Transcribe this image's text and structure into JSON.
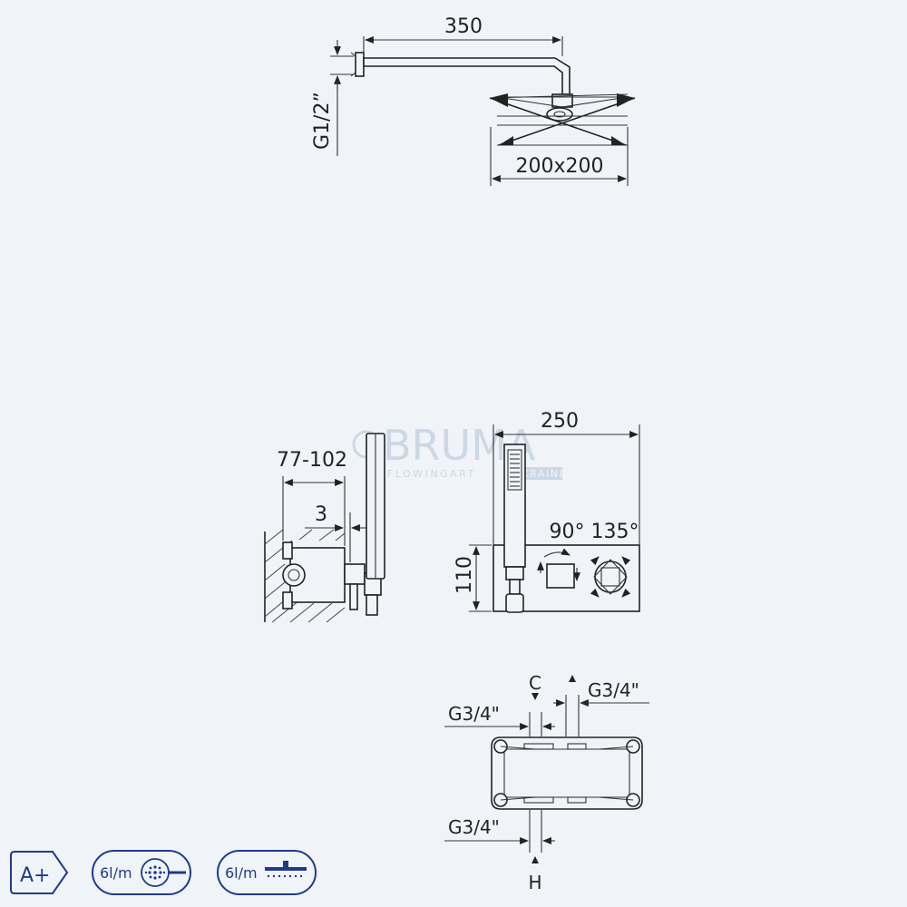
{
  "watermark": {
    "brand": "BRUMA",
    "tagline": "FLOWINGART",
    "tagline_suffix": "UKRAINE"
  },
  "top_view": {
    "arm_length": "350",
    "connection": "G1/2”",
    "head_size": "200x200"
  },
  "side_view": {
    "depth": "77-102",
    "offset": "3"
  },
  "front_view": {
    "width": "250",
    "height": "110",
    "angle_left": "90°",
    "angle_right": "135°"
  },
  "bottom_view": {
    "label_c": "C",
    "label_h": "H",
    "port_top_right": "G3/4\"",
    "port_top_left": "G3/4\"",
    "port_bottom": "G3/4\""
  },
  "badges": {
    "energy_class": "A+",
    "hand_flow": "6l/m",
    "head_flow": "6l/m"
  }
}
